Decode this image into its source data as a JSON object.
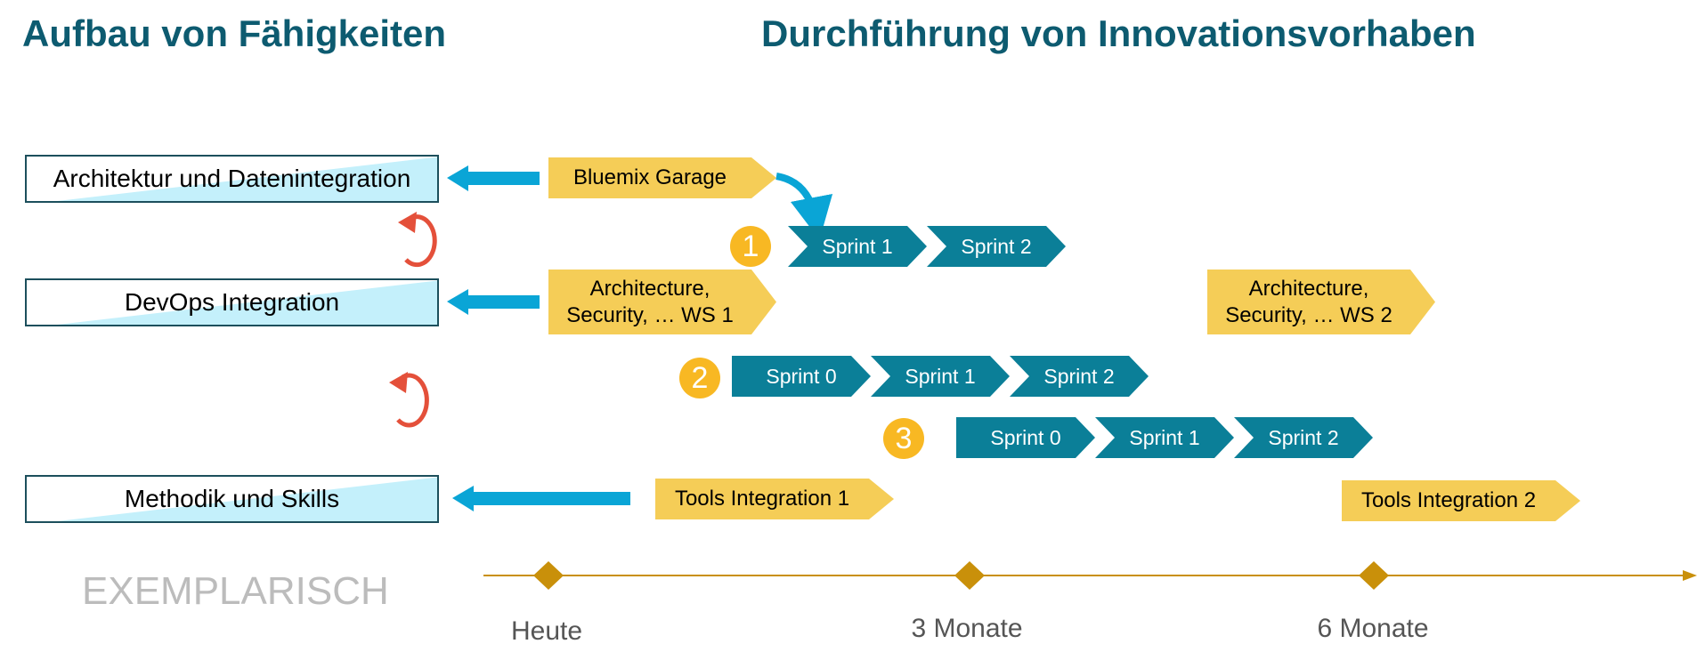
{
  "headings": {
    "left": "Aufbau von Fähigkeiten",
    "right": "Durchführung von Innovationsvorhaben"
  },
  "capabilities": [
    "Architektur und Datenintegration",
    "DevOps Integration",
    "Methodik und Skills"
  ],
  "activities": {
    "bluemix": "Bluemix Garage",
    "ws1": "Architecture, Security, … WS 1",
    "ws2": "Architecture, Security, … WS 2",
    "tools1": "Tools Integration 1",
    "tools2": "Tools Integration 2"
  },
  "tracks": [
    {
      "number": "1",
      "sprints": [
        "Sprint 1",
        "Sprint 2"
      ]
    },
    {
      "number": "2",
      "sprints": [
        "Sprint 0",
        "Sprint 1",
        "Sprint 2"
      ]
    },
    {
      "number": "3",
      "sprints": [
        "Sprint 0",
        "Sprint 1",
        "Sprint 2"
      ]
    }
  ],
  "watermark": "EXEMPLARISCH",
  "timeline": {
    "milestones": [
      "Heute",
      "3 Monate",
      "6 Monate"
    ]
  },
  "colors": {
    "heading": "#0d5b70",
    "activity_yellow": "#f5cd57",
    "sprint_teal": "#0b7f98",
    "track_circle": "#f8b823",
    "arrow_blue": "#0aa5d6",
    "cycle_red": "#e4503a",
    "timeline_gold": "#c9900a",
    "capability_gradient": "#c4f0fb"
  },
  "icons": [
    "left-arrow-icon",
    "curved-arrow-icon",
    "cycle-arrow-icon",
    "milestone-diamond-icon"
  ]
}
